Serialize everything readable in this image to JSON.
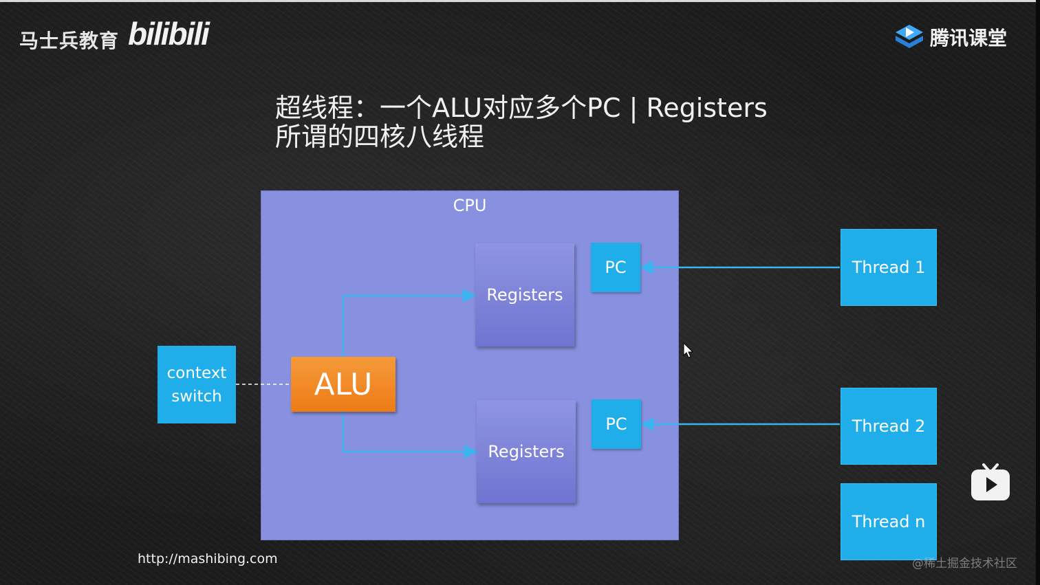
{
  "branding": {
    "left_text": "马士兵教育",
    "bilibili_logo_text": "bilibili",
    "right_text": "腾讯课堂"
  },
  "slide": {
    "title_line1": "超线程：一个ALU对应多个PC | Registers",
    "title_line2": "所谓的四核八线程",
    "cpu_label": "CPU",
    "registers_label_top": "Registers",
    "registers_label_bottom": "Registers",
    "pc_label_top": "PC",
    "pc_label_bottom": "PC",
    "alu_label": "ALU",
    "context_switch_line1": "context",
    "context_switch_line2": "switch",
    "threads": [
      "Thread 1",
      "Thread 2",
      "Thread n"
    ],
    "url": "http://mashibing.com"
  },
  "watermark": "@稀土掘金技术社区",
  "icons": {
    "tencent_logo": "tencent-classroom-logo-icon",
    "tv": "bilibili-tv-icon",
    "cursor": "mouse-cursor-icon"
  },
  "colors": {
    "cpu_fill": "#8891e0",
    "box_blue": "#1faee9",
    "alu_orange": "#f08a24",
    "line_blue": "#3cb4f0"
  }
}
